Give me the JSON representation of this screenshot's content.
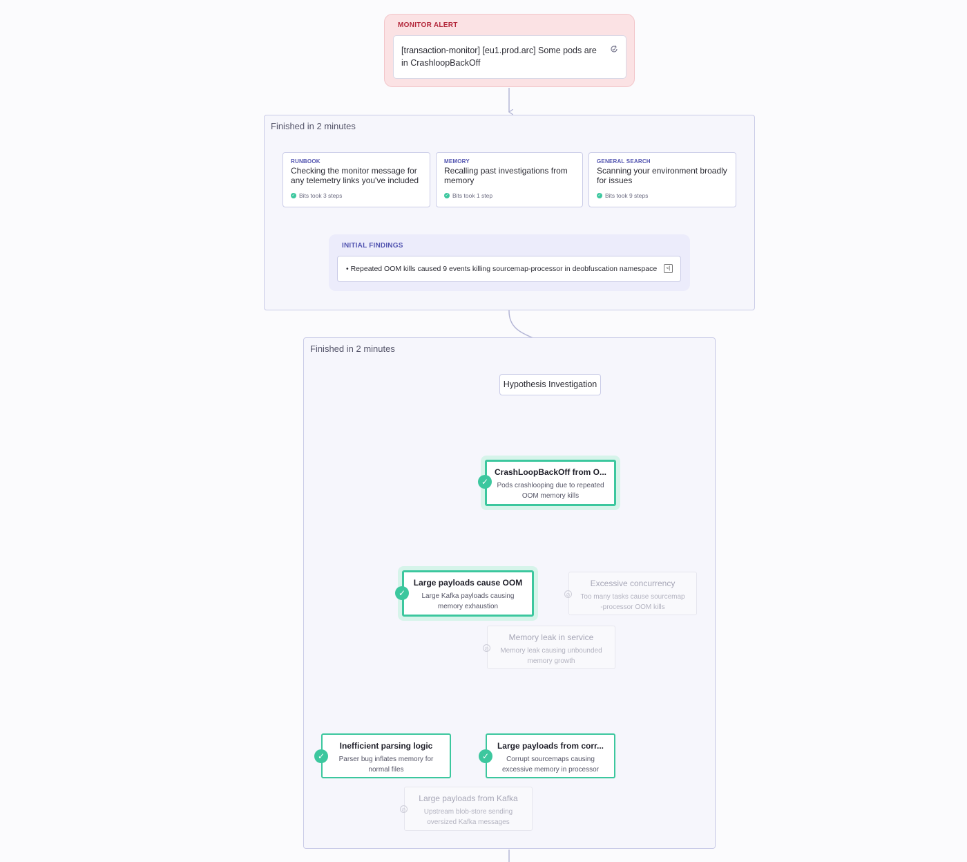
{
  "monitor_alert": {
    "title": "MONITOR ALERT",
    "message": "[transaction-monitor] [eu1.prod.arc] Some pods are in CrashloopBackOff",
    "icon": "refresh-check-icon"
  },
  "group1": {
    "label": "Finished in 2 minutes",
    "steps": [
      {
        "tag": "RUNBOOK",
        "text": "Checking the monitor message for any telemetry links you've included",
        "meta": "Bits took 3 steps"
      },
      {
        "tag": "MEMORY",
        "text": "Recalling past investigations from memory",
        "meta": "Bits took 1 step"
      },
      {
        "tag": "GENERAL SEARCH",
        "text": "Scanning your environment broadly for issues",
        "meta": "Bits took 9 steps"
      }
    ],
    "findings": {
      "title": "INITIAL FINDINGS",
      "items": [
        "Repeated OOM kills caused 9 events killing sourcemap-processor in deobfuscation namespace"
      ]
    }
  },
  "group2": {
    "label": "Finished in 2 minutes",
    "root": "Hypothesis Investigation",
    "nodes": {
      "crashloop": {
        "title": "CrashLoopBackOff from O...",
        "desc": "Pods crashlooping due to repeated OOM memory kills",
        "status": "confirmed"
      },
      "large_payloads": {
        "title": "Large payloads cause OOM",
        "desc": "Large Kafka payloads causing memory exhaustion",
        "status": "confirmed"
      },
      "excessive_concurrency": {
        "title": "Excessive concurrency",
        "desc": "Too many tasks cause sourcemap -processor OOM kills",
        "status": "ruled-out"
      },
      "memory_leak": {
        "title": "Memory leak in service",
        "desc": "Memory leak causing unbounded memory growth",
        "status": "ruled-out"
      },
      "inefficient_parsing": {
        "title": "Inefficient parsing logic",
        "desc": "Parser bug inflates memory for normal files",
        "status": "confirmed"
      },
      "large_payloads_corrupt": {
        "title": "Large payloads from corr...",
        "desc": "Corrupt sourcemaps causing excessive memory in processor",
        "status": "confirmed"
      },
      "large_payloads_kafka": {
        "title": "Large payloads from Kafka",
        "desc": "Upstream blob-store sending oversized Kafka messages",
        "status": "ruled-out"
      }
    }
  },
  "colors": {
    "confirmed": "#3cc79e",
    "edge": "#b4b6d6",
    "alert": "#b3263a",
    "tag": "#5254b0"
  }
}
